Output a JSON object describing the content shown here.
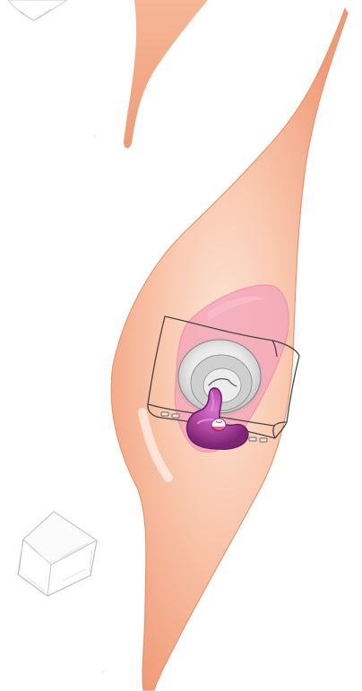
{
  "scene": {
    "elements": [
      "cell-body",
      "upper-cell-process",
      "nucleus",
      "sugar-cube",
      "scaffold-frame",
      "central-pore",
      "purple-protein"
    ]
  },
  "colors": {
    "cell_gradient_inner": "#fbe0d1",
    "cell_gradient_outer": "#f1a883",
    "cell_process": "#f2aa86",
    "nucleus_fill": "#f6a9b7",
    "nucleus_stroke": "#f08ea0",
    "scaffold_stroke": "#444444",
    "pore_outer": "#c9c9c9",
    "pore_inner": "#eeeeee",
    "protein_fill": "#b145a2",
    "protein_light": "#d06fc6",
    "protein_dark": "#7c2072",
    "sugar_cube_stroke": "#c7c7c7"
  },
  "icons": {
    "sugar_cube_shape": "cube-icon",
    "protein_shape": "protein-icon"
  }
}
